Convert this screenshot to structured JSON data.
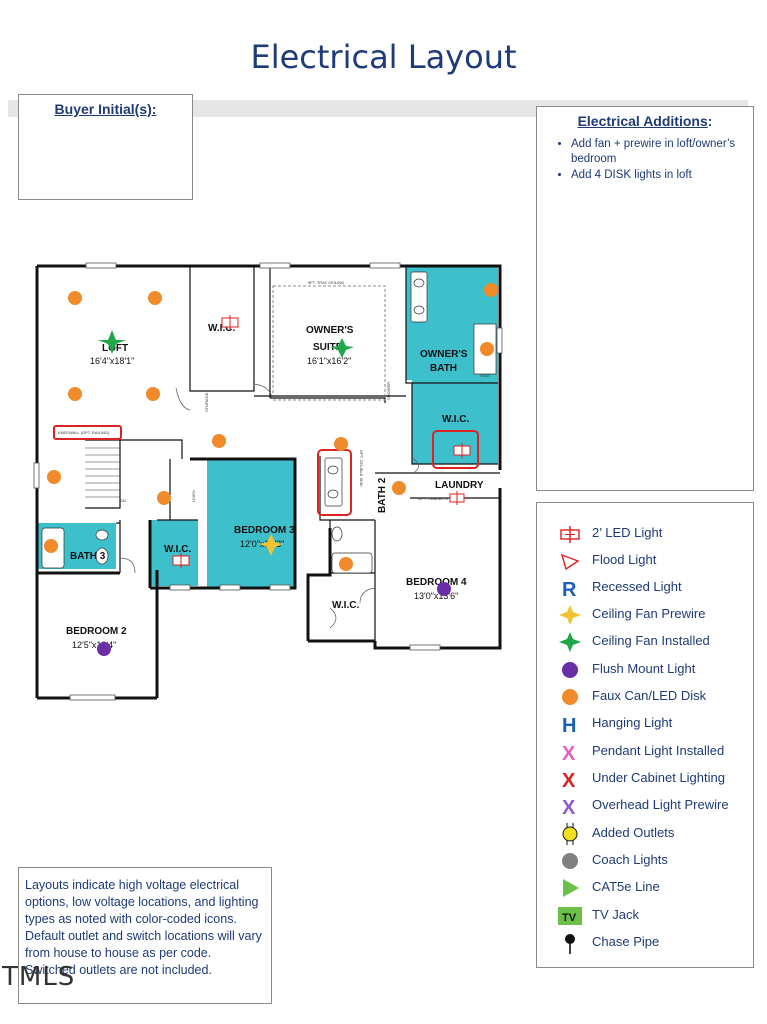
{
  "page": {
    "title": "Electrical Layout"
  },
  "buyer_box": {
    "label": "Buyer Initial(s):"
  },
  "additions": {
    "heading": "Electrical Additions",
    "items": [
      "Add fan + prewire in loft/owner’s bedroom",
      "Add 4 DISK lights in loft"
    ]
  },
  "legend": {
    "items": [
      {
        "label": "2’ LED Light",
        "icon": "led-light-icon",
        "color": "#e02020"
      },
      {
        "label": "Flood Light",
        "icon": "flood-light-icon",
        "color": "#e02020"
      },
      {
        "label": "Recessed Light",
        "icon": "recessed-light-icon",
        "glyph": "R",
        "color": "#1a5fb4"
      },
      {
        "label": "Ceiling Fan Prewire",
        "icon": "ceiling-fan-prewire-icon",
        "color": "#f2c230"
      },
      {
        "label": "Ceiling Fan Installed",
        "icon": "ceiling-fan-installed-icon",
        "color": "#1fa84a"
      },
      {
        "label": "Flush Mount Light",
        "icon": "flush-mount-light-icon",
        "color": "#6a2fa8"
      },
      {
        "label": "Faux Can/LED Disk",
        "icon": "led-disk-icon",
        "color": "#f08a2a"
      },
      {
        "label": "Hanging Light",
        "icon": "hanging-light-icon",
        "glyph": "H",
        "color": "#1a5fb4"
      },
      {
        "label": "Pendant Light Installed",
        "icon": "pendant-light-icon",
        "glyph": "X",
        "color": "#e060c0"
      },
      {
        "label": "Under Cabinet Lighting",
        "icon": "under-cabinet-light-icon",
        "glyph": "X",
        "color": "#e02020"
      },
      {
        "label": "Overhead Light Prewire",
        "icon": "overhead-light-prewire-icon",
        "glyph": "X",
        "color": "#8a5ad0"
      },
      {
        "label": "Added Outlets",
        "icon": "outlet-icon",
        "color": "#f2e020"
      },
      {
        "label": "Coach Lights",
        "icon": "coach-light-icon",
        "color": "#808080"
      },
      {
        "label": "CAT5e Line",
        "icon": "cat5e-icon",
        "color": "#6cc04a"
      },
      {
        "label": "TV Jack",
        "icon": "tv-jack-icon",
        "glyph": "TV",
        "color": "#6cc04a"
      },
      {
        "label": "Chase Pipe",
        "icon": "chase-pipe-icon",
        "color": "#111111"
      }
    ]
  },
  "notes": {
    "text": "Layouts indicate high voltage electrical options, low voltage locations, and lighting types as noted with color-coded icons. Default outlet and switch locations will vary from house to house as per code. Switched outlets are not included."
  },
  "watermark": {
    "text": "TMLS"
  },
  "floorplan": {
    "rooms": {
      "loft": {
        "name": "LOFT",
        "dims": "16'4\"x18'1\""
      },
      "owners_suite": {
        "name": "OWNER'S",
        "name2": "SUITE",
        "dims": "16'1\"x16'2\""
      },
      "owners_bath": {
        "name": "OWNER'S",
        "name2": "BATH"
      },
      "wic_owner": {
        "name": "W.I.C."
      },
      "wic_upper": {
        "name": "W.I.C."
      },
      "laundry": {
        "name": "LAUNDRY"
      },
      "bedroom3": {
        "name": "BEDROOM 3",
        "dims": "12'0\"x13'3\""
      },
      "bath2": {
        "name": "BATH 2"
      },
      "bedroom4": {
        "name": "BEDROOM 4",
        "dims": "13'0\"x13'6\""
      },
      "wic_bed4": {
        "name": "W.I.C."
      },
      "wic_bed3": {
        "name": "W.I.C."
      },
      "bath3": {
        "name": "BATH 3"
      },
      "bedroom2": {
        "name": "BEDROOM 2",
        "dims": "12'5\"x13'4\""
      }
    },
    "annotations": {
      "tray": "9FT. TRAY CEILING",
      "knee_wall": "KNEEWALL (OPT. RAILING)",
      "double_sink": "OPT. DOUBLE SINK",
      "linen": "LINEN",
      "storage": "STORAGE",
      "dn": "DN",
      "opt_cabinets": "OPT. CABINETS",
      "seat": "SEAT",
      "shower": "SHOWER"
    }
  }
}
